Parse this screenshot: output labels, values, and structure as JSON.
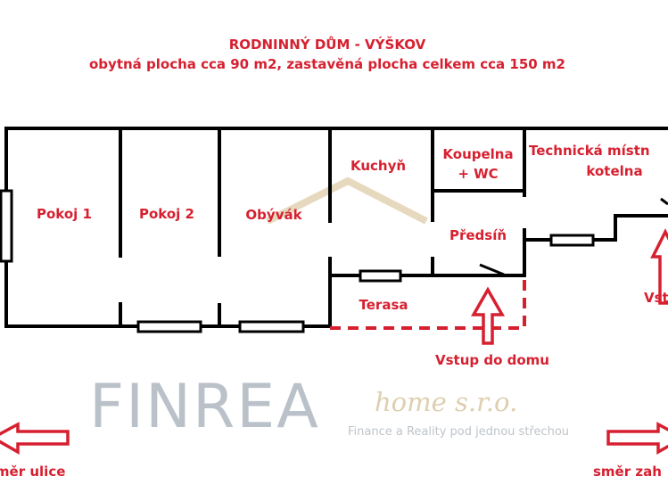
{
  "title": "RODNINNÝ DŮM - VÝŠKOV",
  "subtitle": "obytná plocha cca 90 m2, zastavěná plocha celkem cca 150 m2",
  "rooms": {
    "pokoj1": "Pokoj 1",
    "pokoj2": "Pokoj 2",
    "obyvak": "Obývák",
    "kuchyn": "Kuchyň",
    "koupelna_1": "Koupelna",
    "koupelna_2": "+ WC",
    "technicka_1": "Technická místn",
    "technicka_2": "kotelna",
    "predsin": "Předsíň",
    "terasa": "Terasa"
  },
  "labels": {
    "vstup_do_domu": "Vstup do domu",
    "vstup_right": "Vst",
    "smer_ulice": "směr ulice",
    "smer_zahrady": "směr zah"
  },
  "watermark": {
    "brand": "FINREA",
    "sub": "home s.r.o.",
    "tagline": "Finance a Reality pod jednou střechou"
  },
  "colors": {
    "accent": "#d62030",
    "wall": "#000000",
    "watermark_gray": "#9aa5b1",
    "watermark_beige": "#d8c7a3"
  }
}
